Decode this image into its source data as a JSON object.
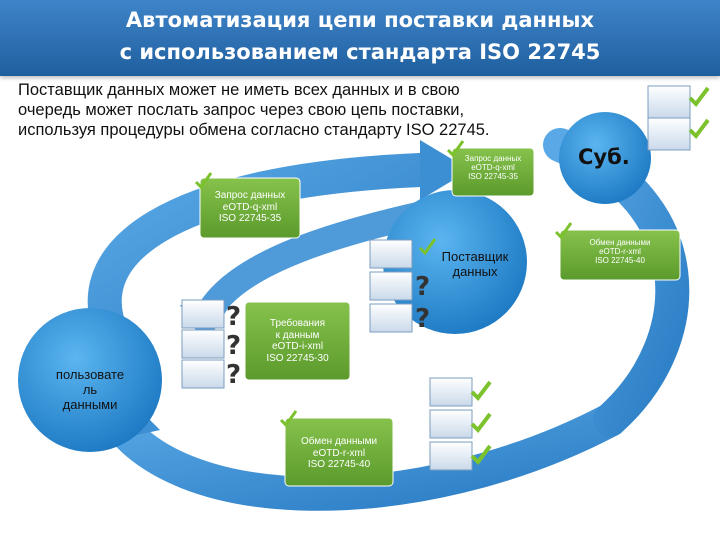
{
  "header": {
    "title_line1": "Автоматизация цепи поставки данных",
    "title_line2": "с использованием стандарта ISO 22745"
  },
  "intro": {
    "line1": "Поставщик данных может не иметь всех данных и в свою",
    "line2": "очередь может послать запрос через свою цепь поставки,",
    "line3": "используя процедуры обмена согласно стандарту ISO 22745."
  },
  "boxes": {
    "request_top": {
      "line1": "Запрос данных",
      "line2": "eOTD-q-xml",
      "line3": "ISO 22745-35"
    },
    "request_left": {
      "line1": "Запрос данных",
      "line2": "eOTD-q-xml",
      "line3": "ISO 22745-35"
    },
    "requirements": {
      "line1": "Требования",
      "line2": "к данным",
      "line3": "eOTD-i-xml",
      "line4": "ISO 22745-30"
    },
    "exchange_right": {
      "line1": "Обмен данными",
      "line2": "eOTD-r-xml",
      "line3": "ISO 22745-40"
    },
    "exchange_bottom": {
      "line1": "Обмен данными",
      "line2": "eOTD-r-xml",
      "line3": "ISO 22745-40"
    }
  },
  "circles": {
    "supplier": {
      "line1": "Поставщик",
      "line2": "данных"
    },
    "user": {
      "line1": "пользовате",
      "line2": "ль",
      "line3": "данными"
    },
    "sub": {
      "label": "Суб."
    }
  },
  "icons": [
    "document-icon",
    "checkmark-icon",
    "question-icon"
  ],
  "colors": {
    "header_blue": "#2b6cb0",
    "circle_blue": "#2a8fd6",
    "box_green": "#6fae3a",
    "arrow_blue": "#3d8fd4",
    "check_green": "#7cc22d"
  }
}
